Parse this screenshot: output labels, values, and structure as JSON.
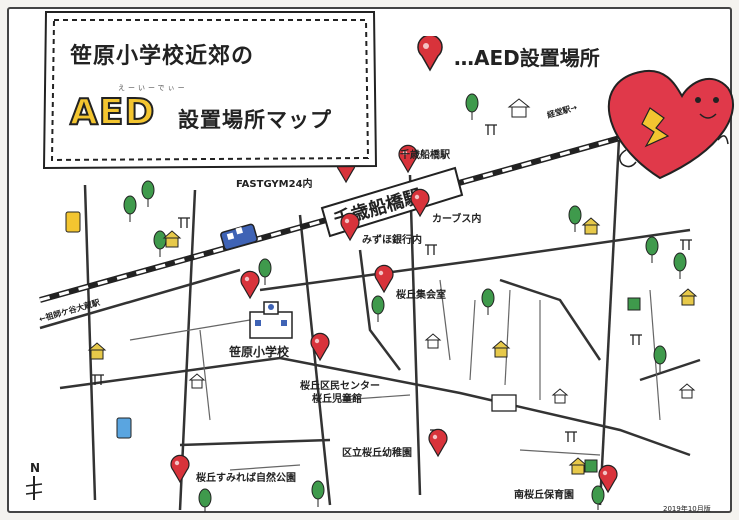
{
  "title": {
    "line1": "笹原小学校近郊の",
    "ruby": "えーいーでぃー",
    "line2": "AED",
    "line3": "設置場所マップ"
  },
  "legend": {
    "label": "…AED設置場所",
    "color": "#d8333b"
  },
  "station": {
    "label": "千歳船橋駅"
  },
  "route_labels": {
    "left_arrow": "←祖師ケ谷大蔵駅",
    "right_arrow": "経堂駅→"
  },
  "places": {
    "chitose_funabashi_station": "千歳船橋駅",
    "fastgym": "FASTGYM24内",
    "curves": "カーブス内",
    "mizuho": "みずほ銀行内",
    "sakuragaoka_shukaishitsu": "桜丘集会室",
    "sasahara_school": "笹原小学校",
    "kumin_center": "桜丘区民センター",
    "jidokan": "桜丘児童館",
    "kindergarten": "区立桜丘幼稚園",
    "park": "桜丘すみれば自然公園",
    "nursery": "南桜丘保育園"
  },
  "compass": "N",
  "date_note": "2019年10月版",
  "colors": {
    "pin": "#d8333b",
    "heart": "#e0394a",
    "road": "#333333",
    "tree": "#3f9a4c",
    "house": "#e7c94a"
  }
}
